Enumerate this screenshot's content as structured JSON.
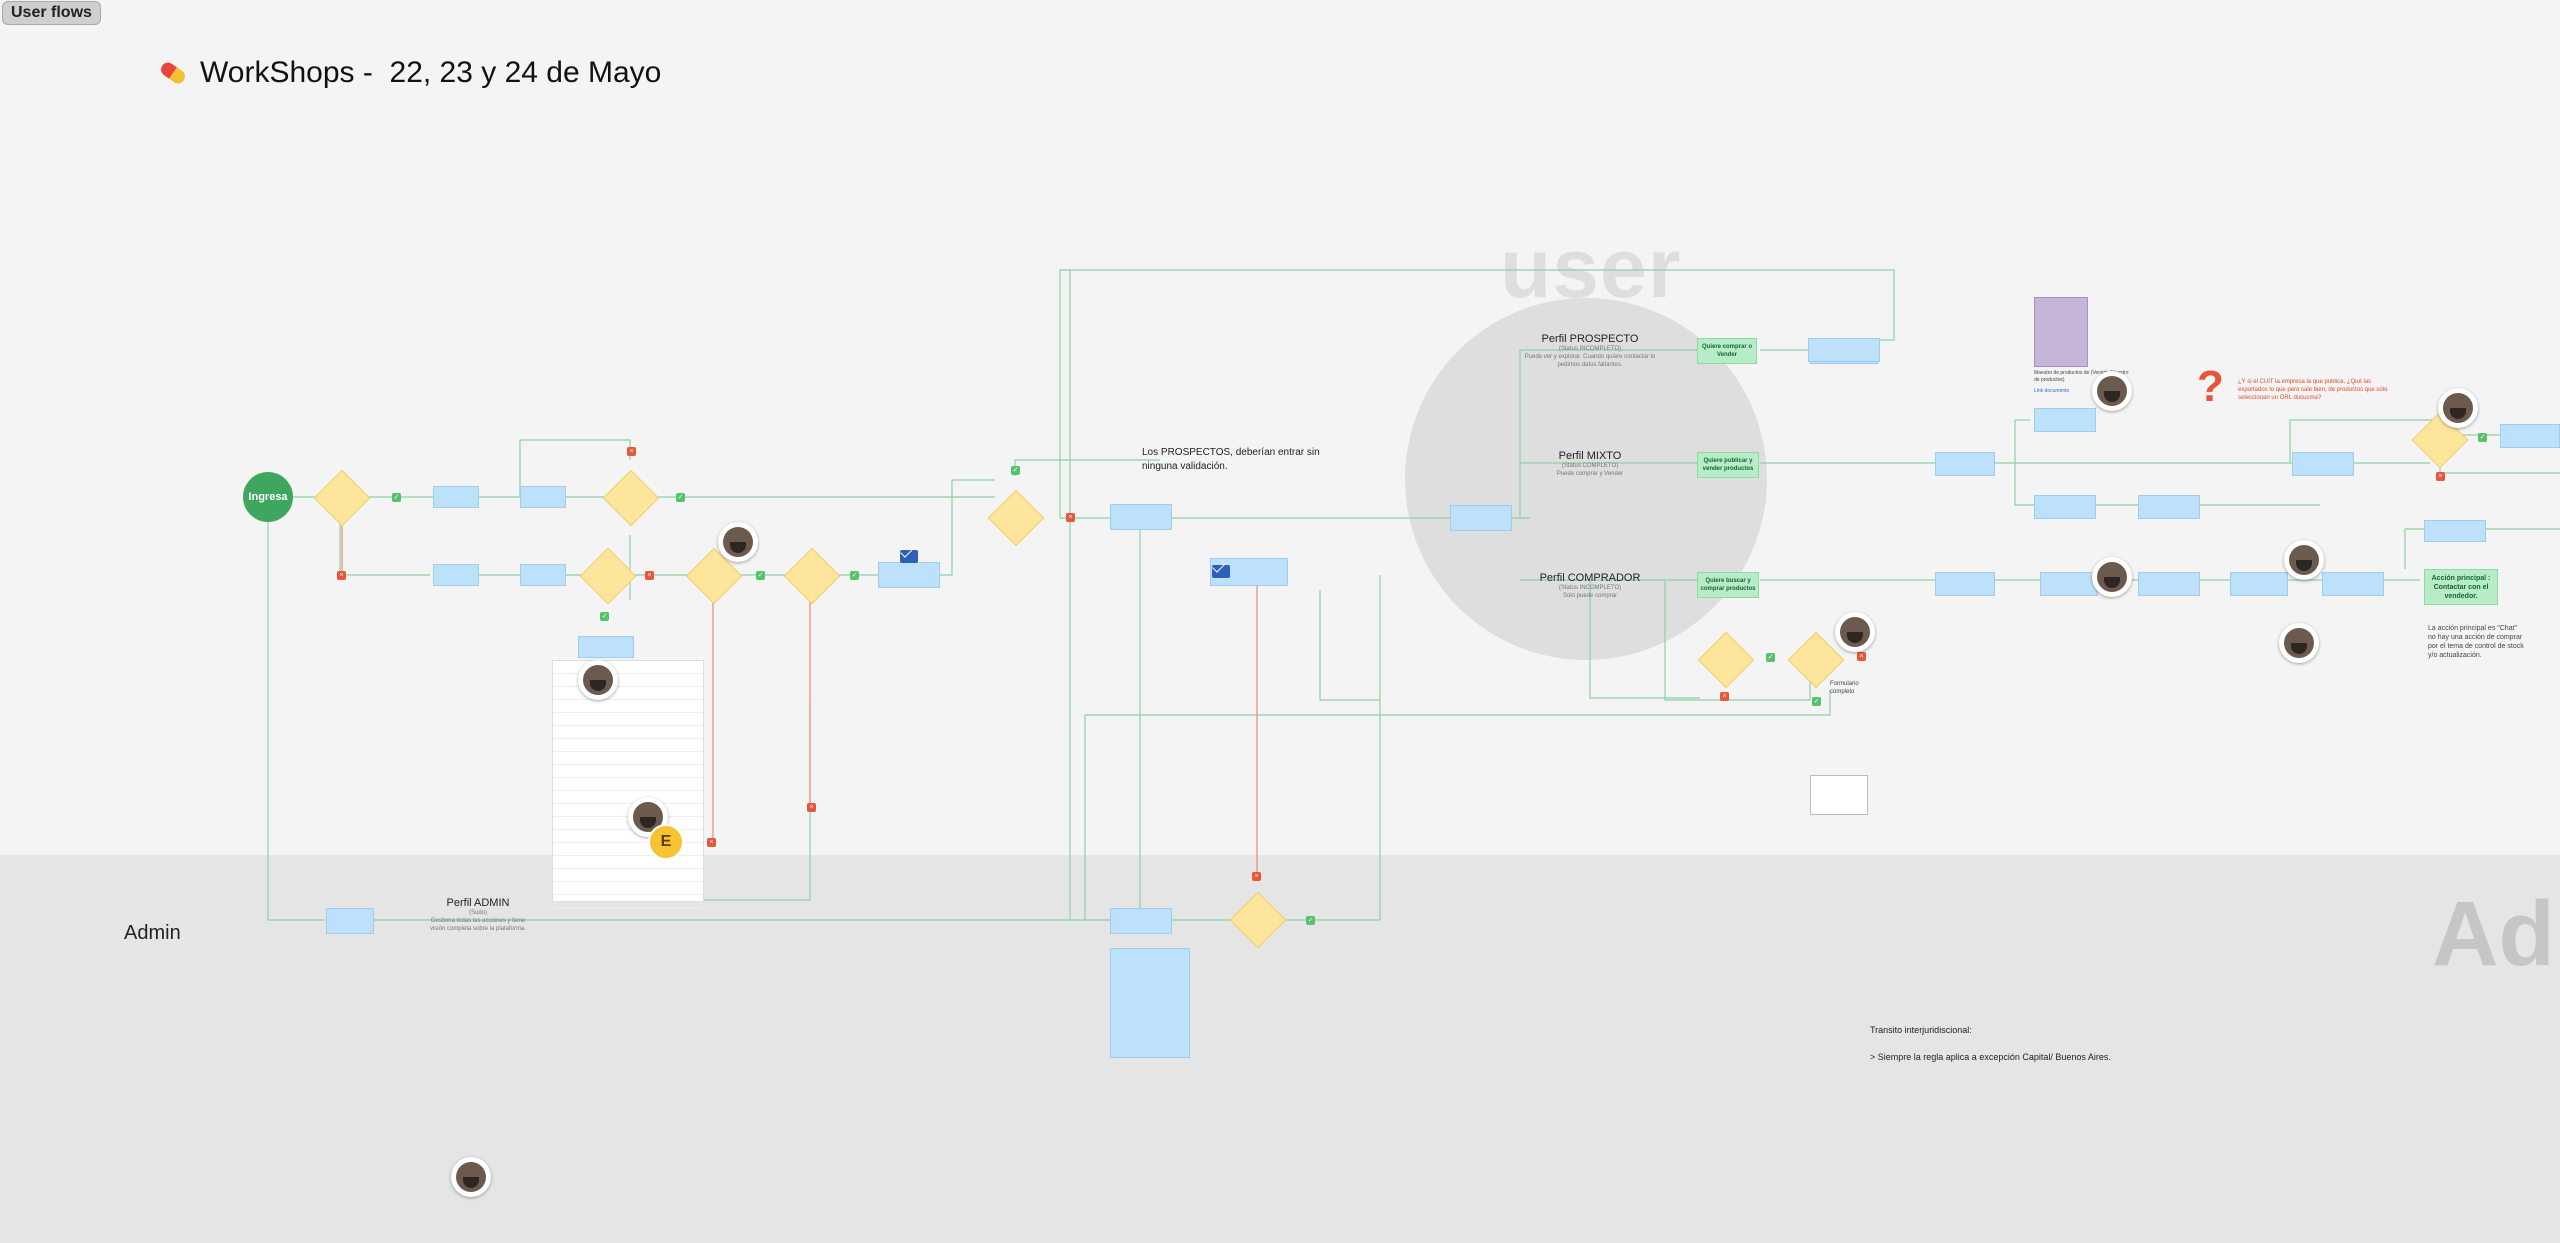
{
  "frame_tag": "User flows",
  "page": {
    "title": "WorkShops -  22, 23 y 24 de Mayo",
    "title_icon": "pill-icon"
  },
  "sections": {
    "user_watermark": "user",
    "admin_watermark": "Adm",
    "admin_label": "Admin"
  },
  "flow": {
    "start_label": "Ingresa",
    "prospect_note": "Los PROSPECTOS, deberían entrar sin ninguna validación.",
    "form_label": "Formulario completo"
  },
  "profiles": {
    "prospecto": {
      "title": "Perfil PROSPECTO",
      "status": "(Status INCOMPLETO)",
      "desc": "Puede ver y explorar. Cuando quiere contactar lo pedimos datos faltantes."
    },
    "mixto": {
      "title": "Perfil MIXTO",
      "status": "(Status COMPLETO)",
      "desc": "Puede comprar y Vender"
    },
    "comprador": {
      "title": "Perfil COMPRADOR",
      "status": "(Status INCOMPLETO)",
      "desc": "Solo puede comprar"
    },
    "admin": {
      "title": "Perfil ADMIN",
      "status": "(Sudo)",
      "desc": "Gestiona todas las acciones y tiene visión completa sobre la plataforma."
    }
  },
  "goals": {
    "vender": "Quiere comprar o Vender",
    "publicar": "Quiere publicar y vender productos",
    "comprar": "Quiere buscar y comprar productos"
  },
  "right_panel": {
    "question_note": "¿Y si el CUIT la empresa la que publica, ¿Qué las exportados lo que pero sale bien, de productos que sólo seleccionan un ORL ducucma?",
    "doc_link": "Link documento",
    "maestro": "Maestro de productos de (Versión Maestro de productos)",
    "action_title": "Acción principal : Contactar con el vendedor.",
    "action_note": "La acción principal es \"Chat\" no hay una acción de comprar por el tema de control de stock y/o actualización."
  },
  "bottom_notes": {
    "transito_title": "Transito interjuridiscional:",
    "transito_rule": "> Siempre la regla aplica a excepción Capital/ Buenos Aires."
  },
  "avatar_badge": "E",
  "icons": [
    "pill-icon",
    "mail-icon",
    "question-icon",
    "check-icon",
    "cross-icon",
    "avatar-icon"
  ],
  "colors": {
    "start": "#3fa65f",
    "process": "#bde0fb",
    "decision": "#fde59b",
    "goal": "#b7ecc6",
    "yes": "#56c26b",
    "no": "#e6573c",
    "connector": "#8ed1a4",
    "connector_red": "#e48a7a"
  }
}
